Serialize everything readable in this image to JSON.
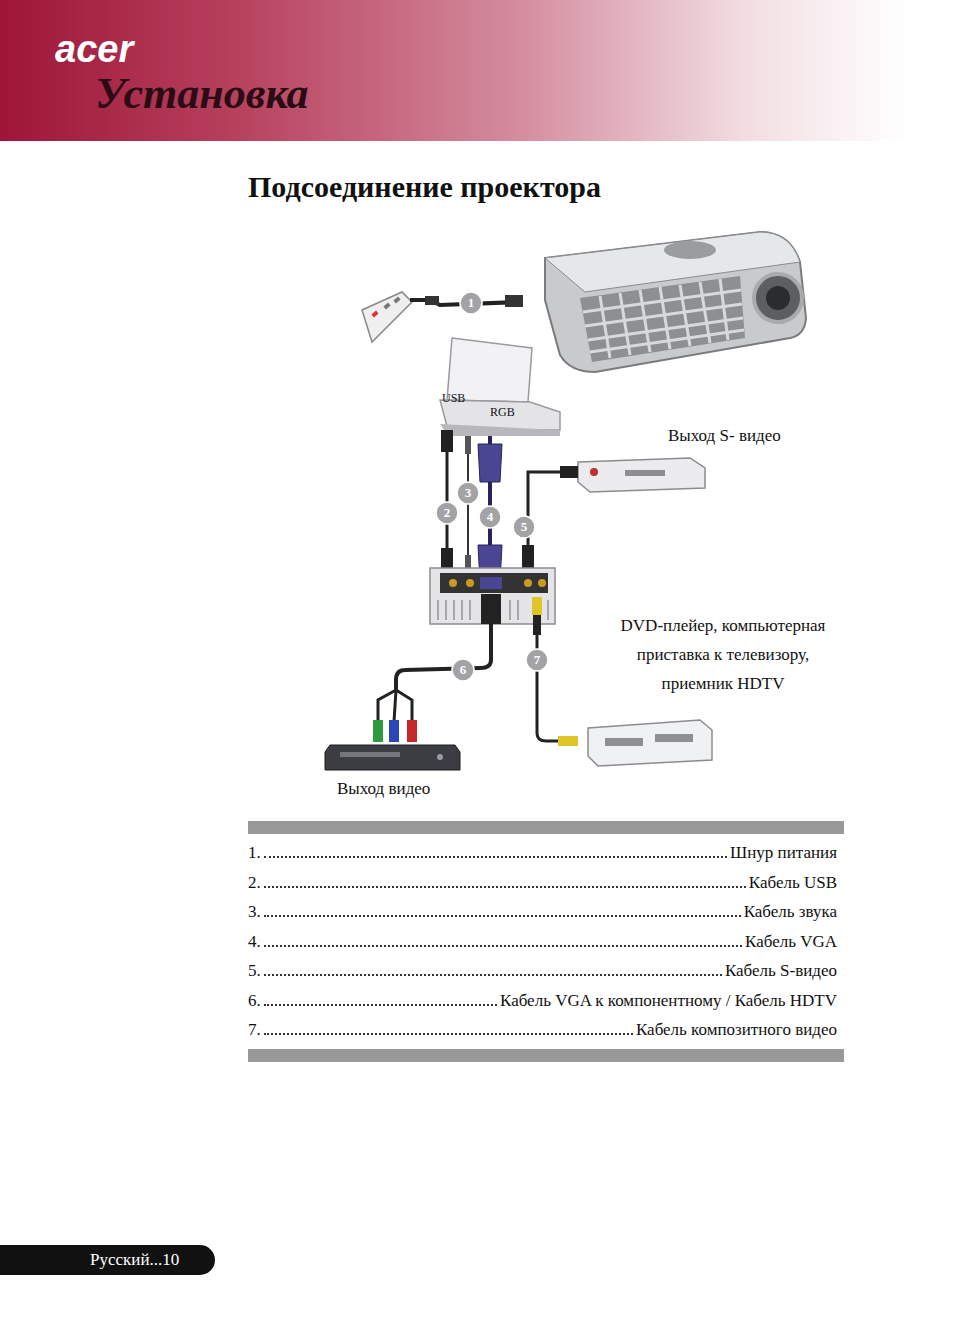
{
  "diagram": {
    "title": "Подсоединение проектора",
    "labels": [
      "acer",
      "Установка",
      "1",
      "USB",
      "RGB",
      "Выход S- видео",
      "2",
      "3",
      "4",
      "5",
      "DVD-плейер, компьютерная приставка к телевизору, приемник HDTV",
      "7",
      "6",
      "Выход видео",
      "1.",
      "Шнур питания",
      "2.",
      "Кабель USB",
      "3.",
      "Кабель звука",
      "4.",
      "Кабель VGA",
      "5.",
      "Кабель S-видео",
      "6.",
      "Кабель VGA к компонентному / Кабель HDTV",
      "7.",
      "Кабель композитного видео",
      "Русский...10"
    ]
  }
}
